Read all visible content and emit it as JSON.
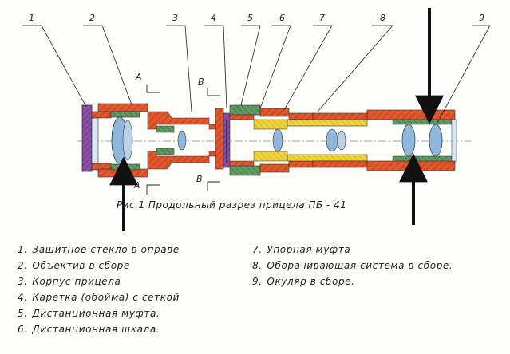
{
  "figure": {
    "caption": "Рис.1   Продольный разрез прицела ПБ - 41",
    "callouts": [
      "1",
      "2",
      "3",
      "4",
      "5",
      "6",
      "7",
      "8",
      "9"
    ],
    "section_marks": [
      "A",
      "A",
      "B",
      "B"
    ]
  },
  "legend": {
    "left": [
      {
        "num": "1.",
        "text": "Защитное стекло в оправе"
      },
      {
        "num": "2.",
        "text": "Объектив в сборе"
      },
      {
        "num": "3.",
        "text": "Корпус прицела"
      },
      {
        "num": "4.",
        "text": "Каретка (обойма) с сеткой"
      },
      {
        "num": "5.",
        "text": "Дистанционная муфта."
      },
      {
        "num": "6.",
        "text": "Дистанционная шкала."
      }
    ],
    "right": [
      {
        "num": "7.",
        "text": "Упорная муфта"
      },
      {
        "num": "8.",
        "text": "Оборачивающая система в сборе."
      },
      {
        "num": "9.",
        "text": "Окуляр в сборе."
      }
    ]
  },
  "colors": {
    "body": "#e0572b",
    "body_light": "#f28a5a",
    "metal_green": "#5f9a63",
    "metal_purple": "#8b4fa6",
    "glass": "#8fb7dc",
    "yellow_tube": "#f0d23a",
    "ink": "#1a1a1a"
  }
}
